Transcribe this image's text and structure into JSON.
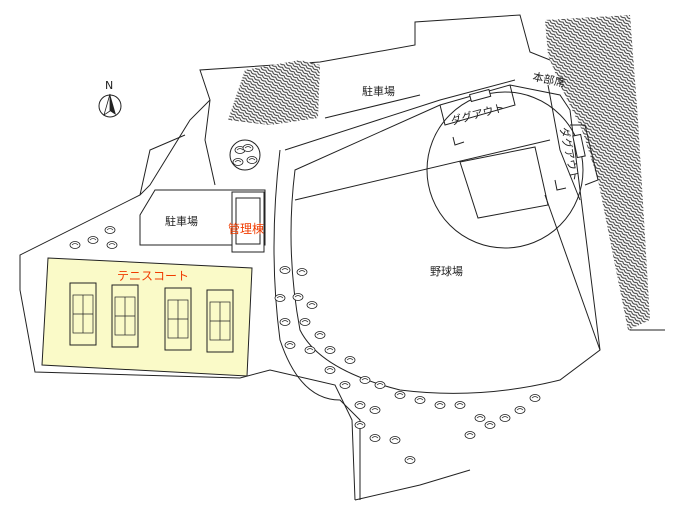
{
  "compass": {
    "label": "N"
  },
  "labels": {
    "parking_top": "駐車場",
    "parking_left": "駐車場",
    "admin_building": "管理棟",
    "tennis_court": "テニスコート",
    "baseball_field": "野球場",
    "headquarters_seat": "本部席",
    "dugout_top": "ダグアウト",
    "dugout_right": "ダグアウト"
  },
  "colors": {
    "tennis_fill": "#fafac8",
    "highlight_text": "#f03c00"
  }
}
